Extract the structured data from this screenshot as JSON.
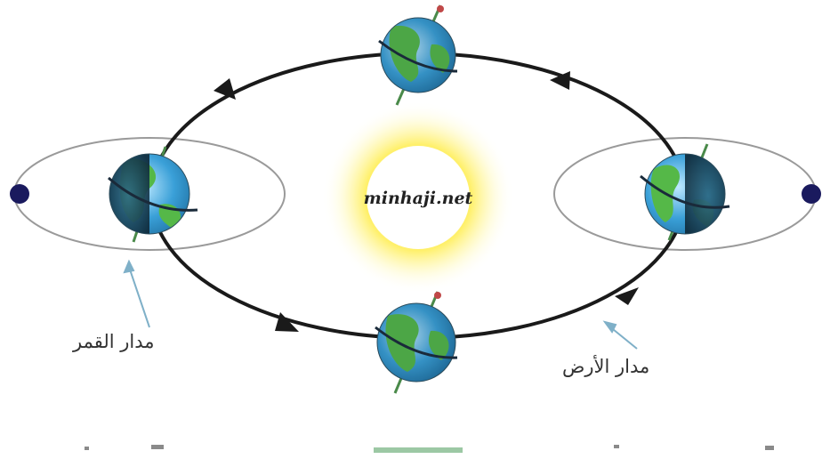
{
  "diagram": {
    "watermark": "minhaji.net",
    "labels": {
      "moon_orbit": "مدار القمر",
      "earth_orbit": "مدار الأرض"
    },
    "colors": {
      "background": "#ffffff",
      "orbit_line": "#1a1a1a",
      "moon_orbit_line": "#9a9a9a",
      "sun_glow": "#fff06a",
      "sun_core": "#ffffff",
      "earth_ocean": "#3aa0d8",
      "earth_land": "#55b848",
      "earth_night": "#1e4a60",
      "moon": "#1a1a5e",
      "pointer": "#7fb0c8"
    }
  }
}
